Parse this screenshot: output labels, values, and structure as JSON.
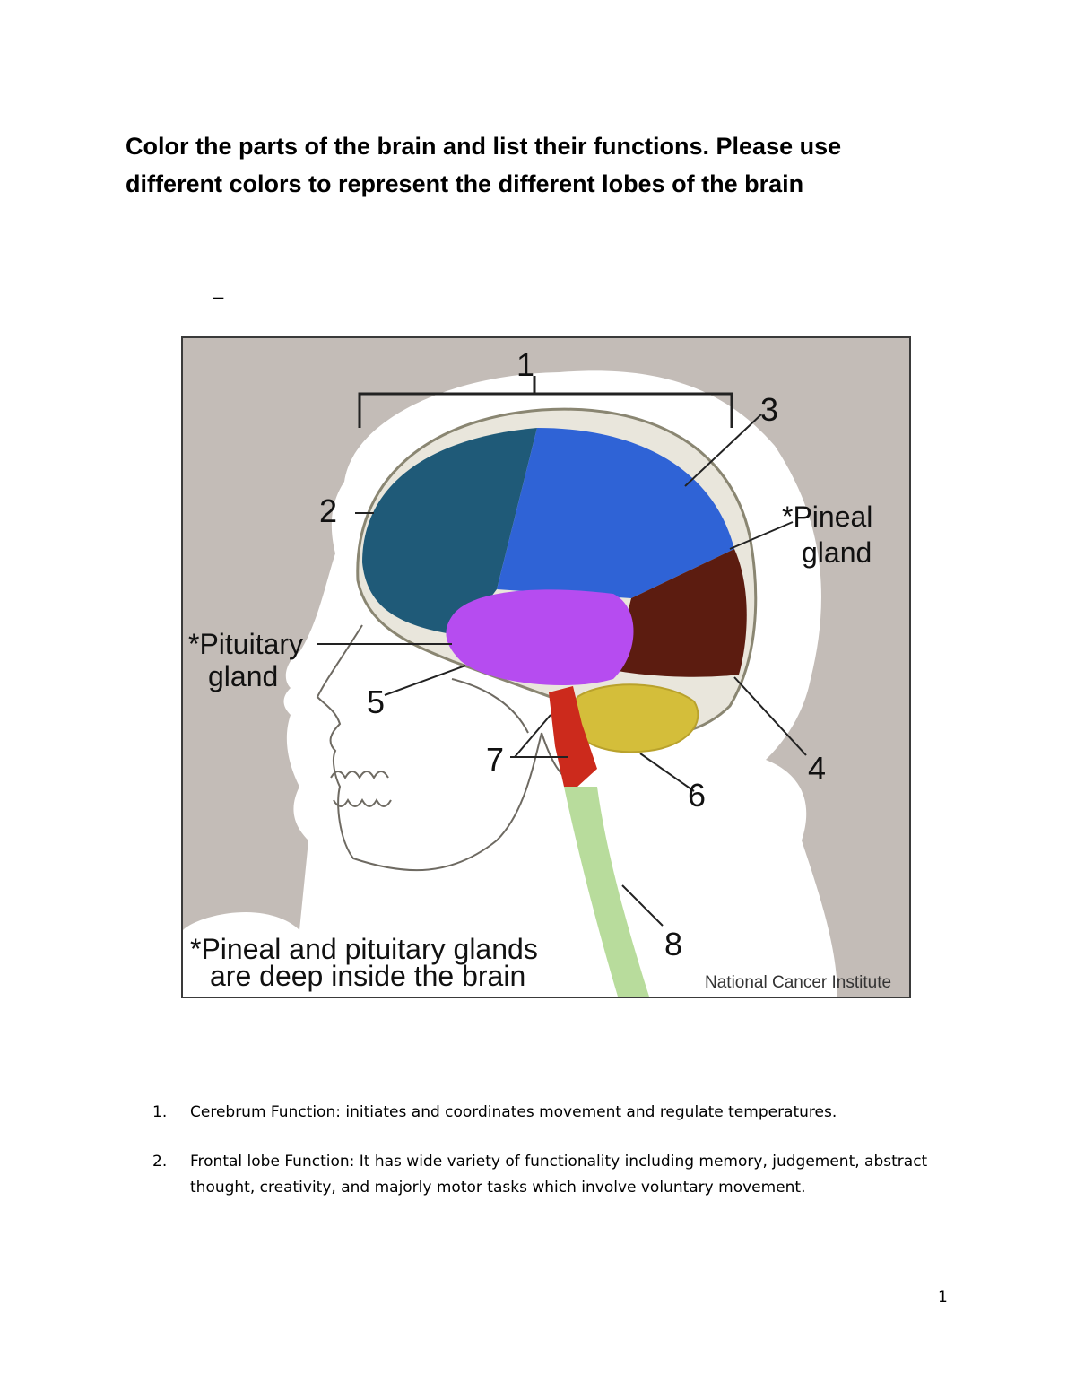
{
  "title": {
    "line1": "Color the parts of the brain and list their functions. Please use",
    "line2": "different colors to represent the different lobes of the brain"
  },
  "stray_mark": "_",
  "figure": {
    "labels": {
      "n1": "1",
      "n2": "2",
      "n3": "3",
      "n4": "4",
      "n5": "5",
      "n6": "6",
      "n7": "7",
      "n8": "8",
      "pineal_line1": "*Pineal",
      "pineal_line2": "gland",
      "pituitary_line1": "*Pituitary",
      "pituitary_line2": "gland",
      "footnote_line1": "*Pineal and pituitary glands",
      "footnote_line2": "are deep inside the brain",
      "credit": "National Cancer Institute"
    },
    "colors": {
      "background": "#c3bcb7",
      "frontal": "#1f5a78",
      "parietal": "#2f63d6",
      "occipital": "#5c1c10",
      "temporal": "#b64cf0",
      "cerebellum": "#d4be3a",
      "brainstem": "#cc2a1c",
      "spinal_cord": "#b8dc9c"
    }
  },
  "functions": [
    {
      "num": "1.",
      "text": "Cerebrum Function: initiates and coordinates movement and regulate temperatures."
    },
    {
      "num": "2.",
      "text": "Frontal lobe Function: It has wide variety of functionality including memory, judgement, abstract thought, creativity, and majorly motor tasks which involve voluntary movement."
    }
  ],
  "page_number": "1"
}
